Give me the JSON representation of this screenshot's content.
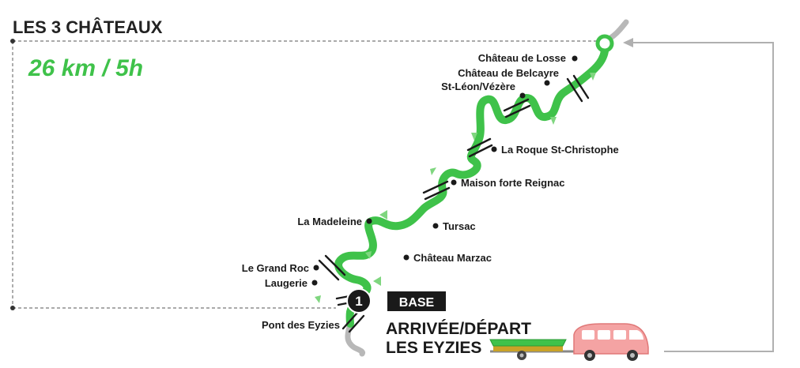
{
  "map": {
    "title": "LES 3 CHÂTEAUX",
    "subtitle": "26 km / 5h",
    "route_color": "#3fc24a",
    "arrow_color": "#7fd67f",
    "base_number": "1",
    "base_label": "BASE",
    "arrival_line1": "ARRIVÉE/DÉPART",
    "arrival_line2": "LES EYZIES",
    "places": [
      {
        "id": "losse",
        "label": "Château de Losse"
      },
      {
        "id": "belcayre",
        "label": "Château de Belcayre"
      },
      {
        "id": "stleon",
        "label": "St-Léon/Vézère"
      },
      {
        "id": "laroque",
        "label": "La Roque St-Christophe"
      },
      {
        "id": "reignac",
        "label": "Maison forte Reignac"
      },
      {
        "id": "madeleine",
        "label": "La Madeleine"
      },
      {
        "id": "tursac",
        "label": "Tursac"
      },
      {
        "id": "marzac",
        "label": "Château Marzac"
      },
      {
        "id": "grandroc",
        "label": "Le Grand Roc"
      },
      {
        "id": "laugerie",
        "label": "Laugerie"
      },
      {
        "id": "pont",
        "label": "Pont des Eyzies"
      }
    ],
    "icons": {
      "start": "start-circle-icon",
      "vehicle": "minibus-icon",
      "trailer": "canoe-trailer-icon",
      "direction": "arrow-icon"
    }
  }
}
